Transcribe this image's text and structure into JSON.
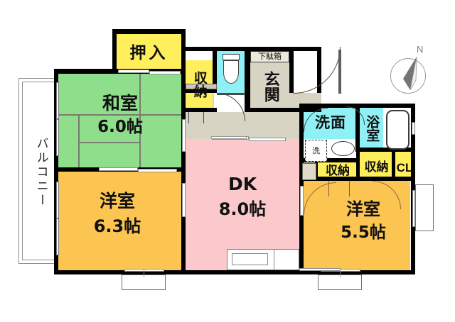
{
  "plan": {
    "type": "floor-plan",
    "title": "",
    "orientation": {
      "compass_label": "N",
      "needle_direction": "north-north-east"
    },
    "rooms": [
      {
        "id": "washitsu",
        "name": "和室",
        "size": "6.0帖",
        "floor": "tatami",
        "color": "#8ede8c"
      },
      {
        "id": "yoshitsu63",
        "name": "洋室",
        "size": "6.3帖",
        "floor": "flooring",
        "color": "#fcc552"
      },
      {
        "id": "dk",
        "name": "DK",
        "size": "8.0帖",
        "floor": "flooring",
        "color": "#fbc9cc"
      },
      {
        "id": "yoshitsu55",
        "name": "洋室",
        "size": "5.5帖",
        "floor": "flooring",
        "color": "#fcc552"
      }
    ],
    "storages": [
      {
        "id": "oshiire",
        "label": "押入",
        "color": "#ffef5c"
      },
      {
        "id": "shuno-1",
        "label": "収納",
        "color": "#ffef5c"
      },
      {
        "id": "shuno-2",
        "label": "収納",
        "color": "#ffef5c"
      },
      {
        "id": "shuno-3",
        "label": "収納",
        "color": "#ffef5c"
      },
      {
        "id": "cl",
        "label": "CL",
        "color": "#ffef5c"
      }
    ],
    "wet_areas": [
      {
        "id": "toilet",
        "label": "",
        "color": "#8ff0f6"
      },
      {
        "id": "senmen",
        "label": "洗面",
        "color": "#8ff0f6"
      },
      {
        "id": "yokushitsu",
        "label": "浴室",
        "color": "#8ff0f6"
      }
    ],
    "entry": {
      "genkan_label": "玄関",
      "getabako_label": "下駄箱",
      "color": "#d8d4c3"
    },
    "appliances": {
      "washer_label": "洗"
    },
    "balcony": {
      "label": "バルコニー"
    },
    "palette": {
      "wall": "#000000",
      "tatami": "#8ede8c",
      "flooring": "#fcc552",
      "dk": "#fbc9cc",
      "storage": "#ffef5c",
      "wet": "#8ff0f6",
      "hall": "#d8d4c3",
      "background": "#ffffff"
    }
  }
}
